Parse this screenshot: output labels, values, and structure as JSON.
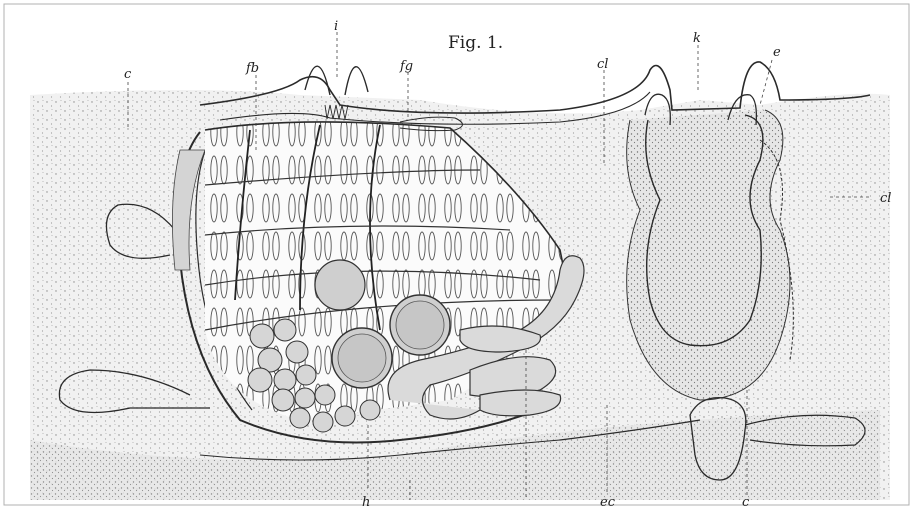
{
  "figure": {
    "title": "Fig. 1.",
    "labels": {
      "c_left": "c",
      "fb": "fb",
      "i": "i",
      "fg": "fg",
      "cl_top": "cl",
      "k": "k",
      "e": "e",
      "cl_right": "cl",
      "h": "h",
      "ec": "ec",
      "c_bottom": "c"
    }
  }
}
